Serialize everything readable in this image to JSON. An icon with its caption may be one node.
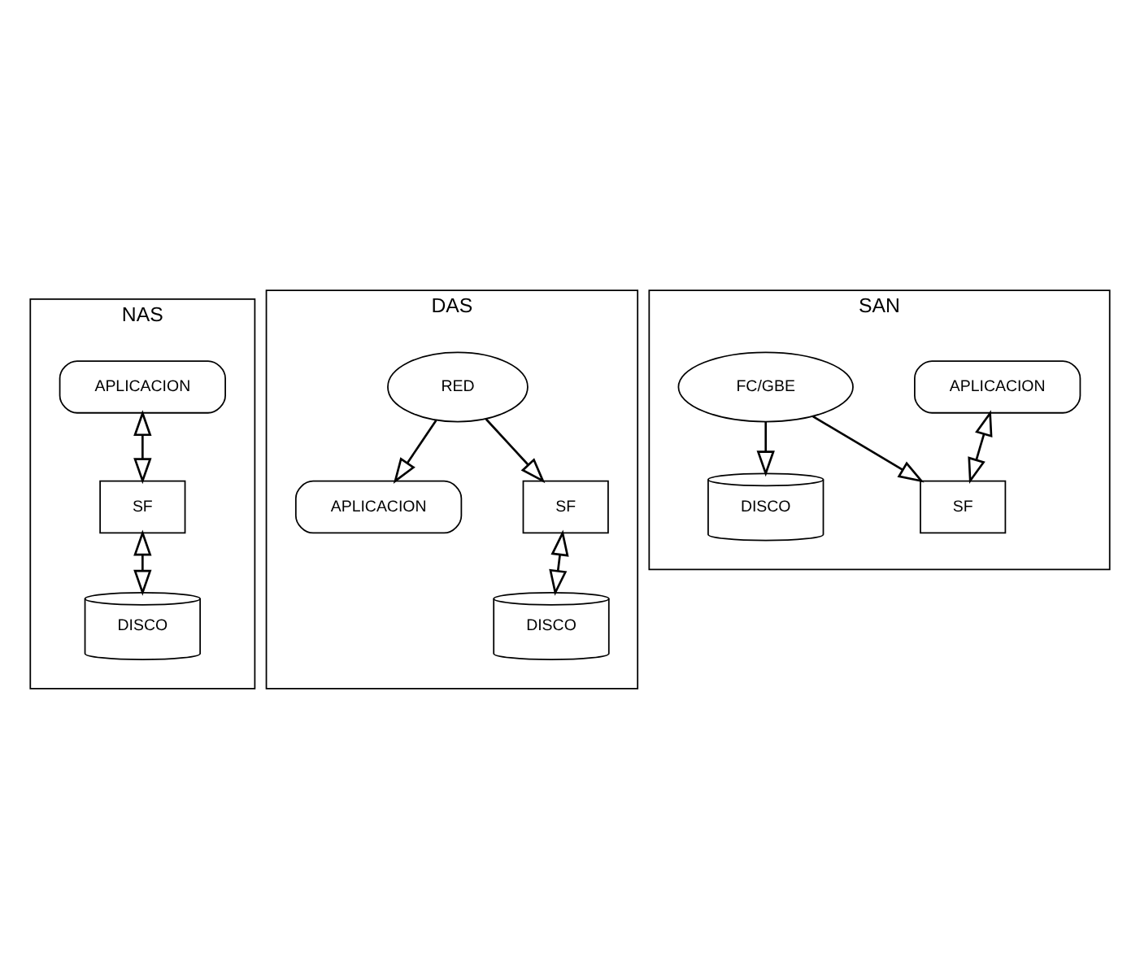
{
  "diagram": {
    "nodes": [
      {
        "text": [
          "NAS"
        ]
      },
      {
        "text": [
          "APLICACION"
        ],
        "in": 0
      },
      {
        "text": [
          "SF"
        ],
        "in": 0
      },
      {
        "text": [
          "DISCO"
        ],
        "in": 0
      },
      {
        "text": [
          "DAS"
        ]
      },
      {
        "text": [
          "APLICACION"
        ],
        "in": 4
      },
      {
        "text": [
          "RED"
        ],
        "in": 4
      },
      {
        "text": [
          "SF"
        ],
        "in": 4
      },
      {
        "text": [
          "DISCO"
        ],
        "in": 4
      },
      {
        "text": [
          "SAN"
        ]
      },
      {
        "text": [
          "APLICACION"
        ],
        "in": 9
      },
      {
        "text": [
          "SF"
        ],
        "in": 9
      },
      {
        "text": [
          "FC/GBE"
        ],
        "in": 9
      },
      {
        "text": [
          "DISCO"
        ],
        "in": 9
      }
    ],
    "edges": [
      {
        "from": 1,
        "to": 2,
        "arrow": "both"
      },
      {
        "from": 2,
        "to": 3,
        "arrow": "both"
      },
      {
        "from": 6,
        "to": 5,
        "arrow": "to"
      },
      {
        "from": 6,
        "to": 7,
        "arrow": "to"
      },
      {
        "from": 7,
        "to": 8,
        "arrow": "both"
      },
      {
        "from": 10,
        "to": 11,
        "arrow": "both"
      },
      {
        "from": 12,
        "to": 11,
        "arrow": "to"
      },
      {
        "from": 12,
        "to": 13,
        "arrow": "to"
      }
    ]
  }
}
